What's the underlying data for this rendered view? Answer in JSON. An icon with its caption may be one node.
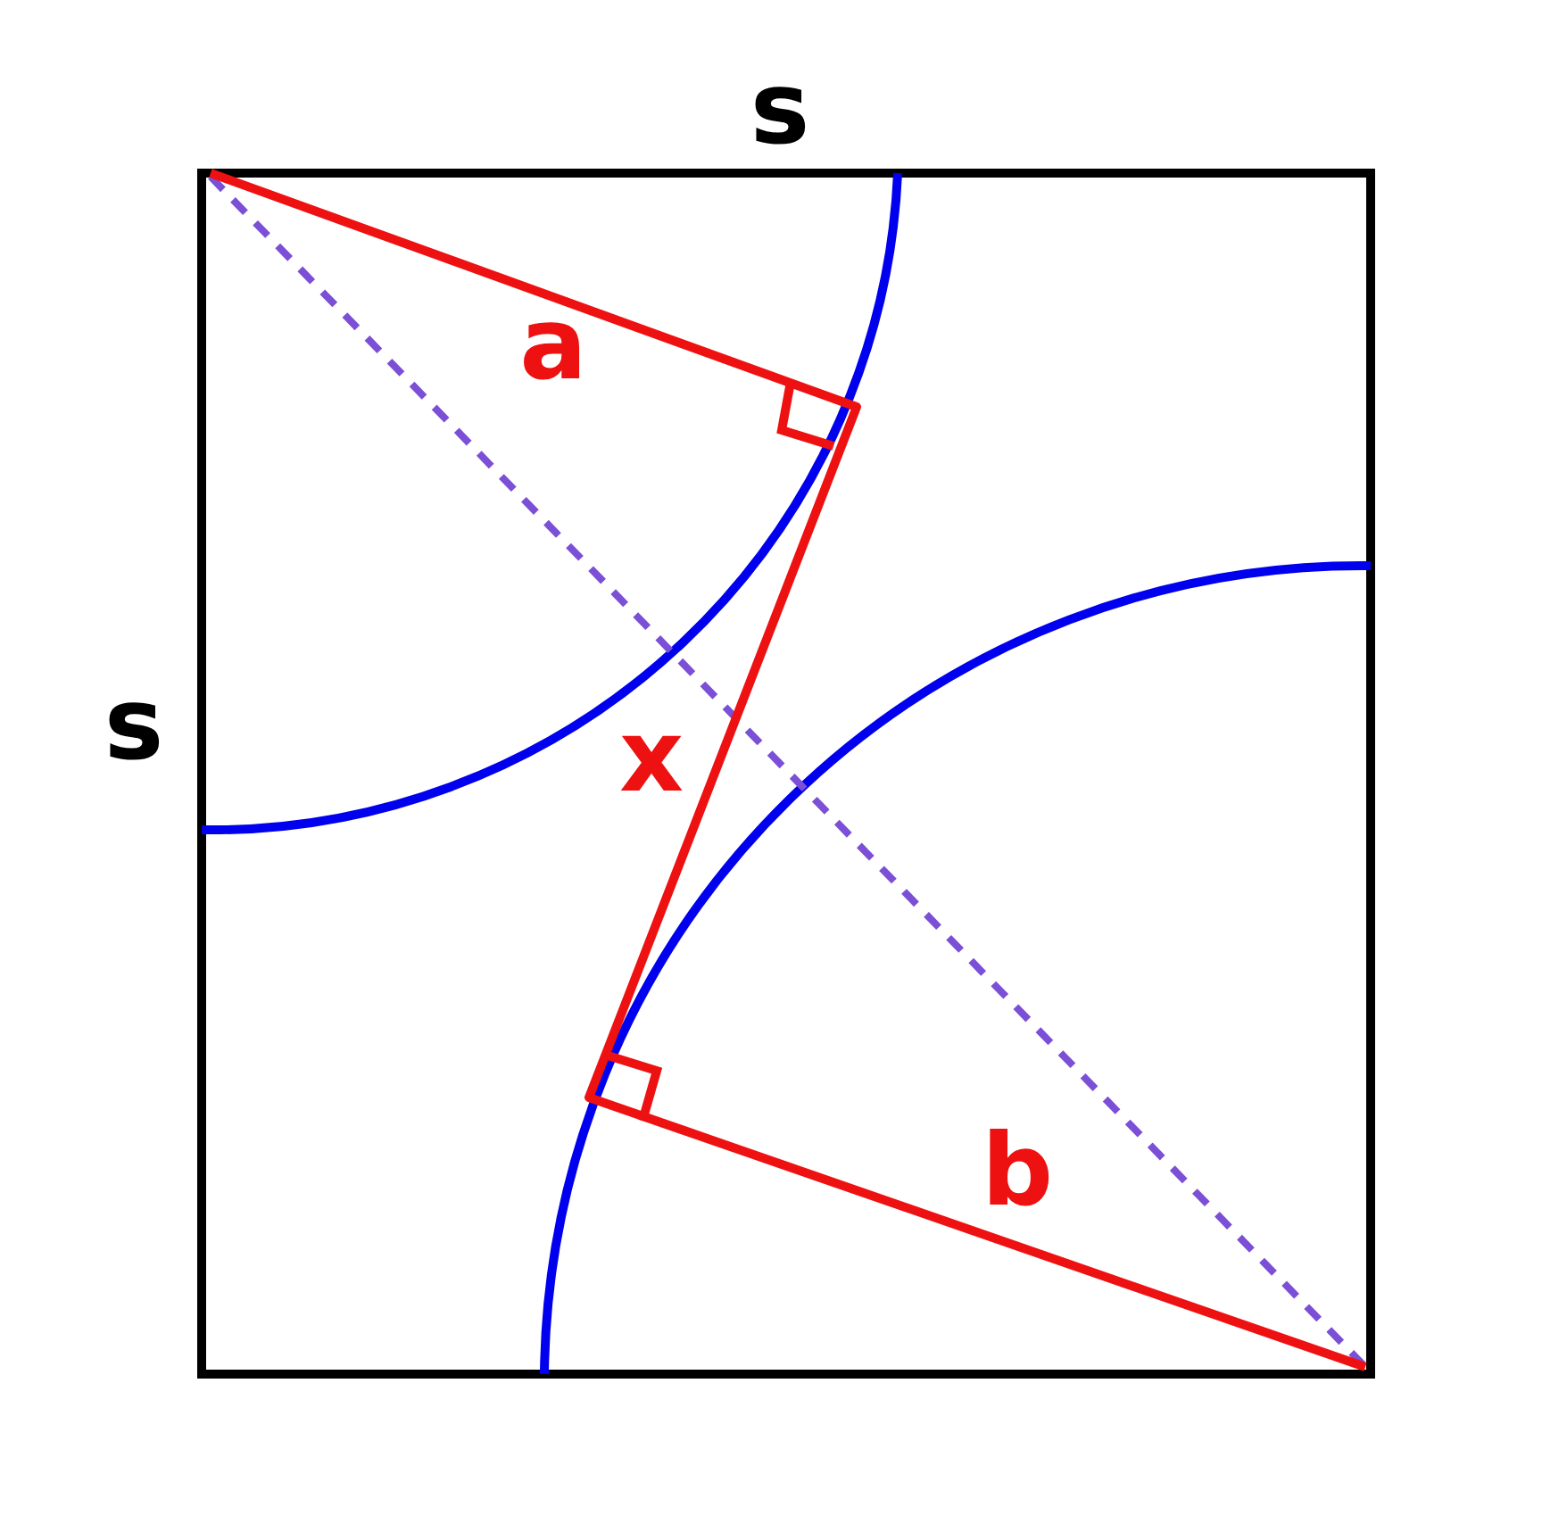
{
  "diagram": {
    "labels": [
      "s",
      "a",
      "s",
      "x",
      "b"
    ]
  }
}
